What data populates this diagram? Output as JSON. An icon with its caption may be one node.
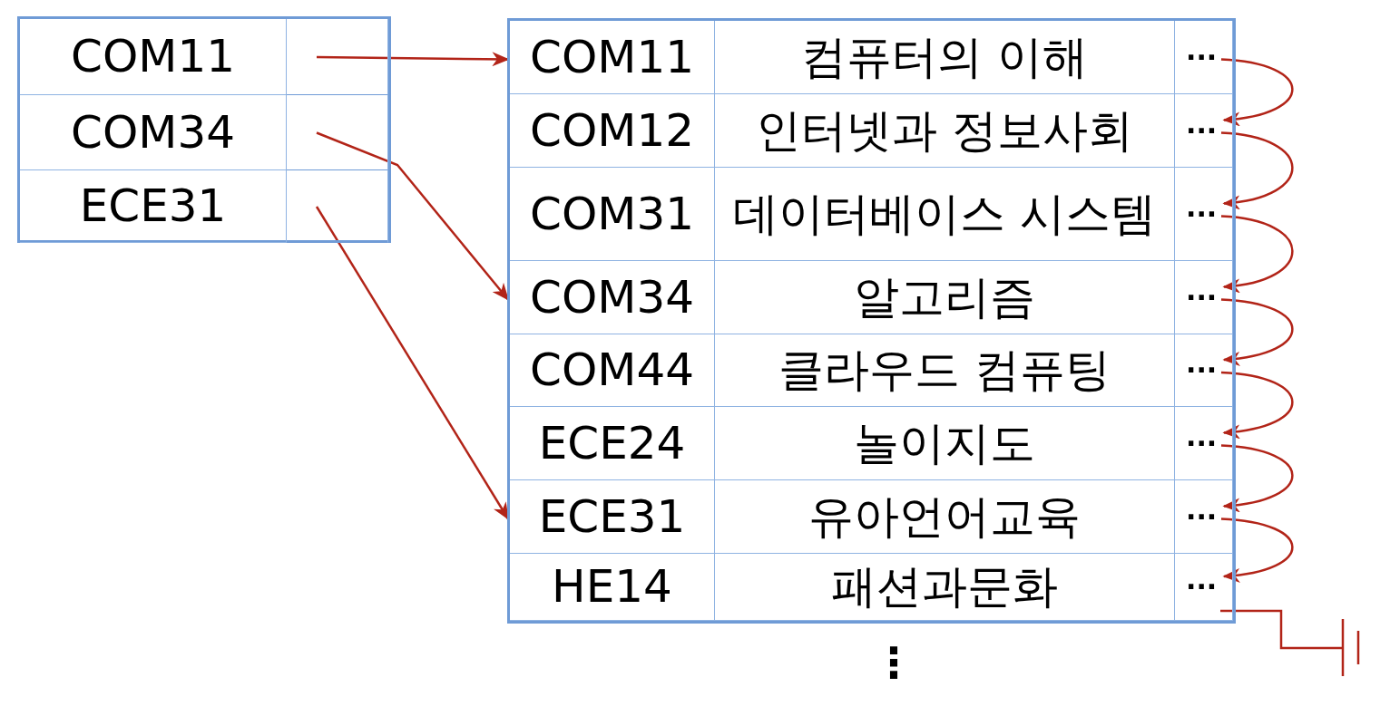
{
  "diagram": {
    "nodes": [
      {
        "text": [],
        "shape": "box"
      },
      {
        "text": [
          "COM11"
        ],
        "in": 0
      },
      {
        "text": [],
        "shape": "box",
        "in": 0
      },
      {
        "text": [
          "COM34"
        ],
        "in": 0
      },
      {
        "text": [],
        "shape": "box",
        "in": 0
      },
      {
        "text": [
          "ECE31"
        ],
        "in": 0
      },
      {
        "text": [],
        "shape": "box",
        "in": 0
      },
      {
        "text": [],
        "shape": "box"
      },
      {
        "text": [
          "COM11"
        ],
        "in": 7
      },
      {
        "text": [
          "컴퓨터의 이해"
        ],
        "in": 7
      },
      {
        "text": [
          "···"
        ],
        "in": 7
      },
      {
        "text": [
          "COM12"
        ],
        "in": 7
      },
      {
        "text": [
          "인터넷과 정보사회"
        ],
        "in": 7
      },
      {
        "text": [
          "···"
        ],
        "in": 7
      },
      {
        "text": [
          "COM31"
        ],
        "in": 7
      },
      {
        "text": [
          "데이터베이스 시스템"
        ],
        "in": 7
      },
      {
        "text": [
          "···"
        ],
        "in": 7
      },
      {
        "text": [
          "COM34"
        ],
        "in": 7
      },
      {
        "text": [
          "알고리즘"
        ],
        "in": 7
      },
      {
        "text": [
          "···"
        ],
        "in": 7
      },
      {
        "text": [
          "COM44"
        ],
        "in": 7
      },
      {
        "text": [
          "클라우드 컴퓨팅"
        ],
        "in": 7
      },
      {
        "text": [
          "···"
        ],
        "in": 7
      },
      {
        "text": [
          "ECE24"
        ],
        "in": 7
      },
      {
        "text": [
          "놀이지도"
        ],
        "in": 7
      },
      {
        "text": [
          "···"
        ],
        "in": 7
      },
      {
        "text": [
          "ECE31"
        ],
        "in": 7
      },
      {
        "text": [
          "유아언어교육"
        ],
        "in": 7
      },
      {
        "text": [
          "···"
        ],
        "in": 7
      },
      {
        "text": [
          "HE14"
        ],
        "in": 7
      },
      {
        "text": [
          "패션과문화"
        ],
        "in": 7
      },
      {
        "text": [
          "···"
        ],
        "in": 7
      },
      {
        "text": [],
        "shape": "bar"
      }
    ],
    "edges": [
      {
        "from": 2,
        "to": 8,
        "arrow": "to"
      },
      {
        "from": 4,
        "to": 17,
        "arrow": "to"
      },
      {
        "from": 6,
        "to": 26,
        "arrow": "to"
      },
      {
        "from": 10,
        "to": 13,
        "arrow": "to"
      },
      {
        "from": 13,
        "to": 16,
        "arrow": "to"
      },
      {
        "from": 16,
        "to": 19,
        "arrow": "to"
      },
      {
        "from": 19,
        "to": 22,
        "arrow": "to"
      },
      {
        "from": 22,
        "to": 25,
        "arrow": "to"
      },
      {
        "from": 25,
        "to": 28,
        "arrow": "to"
      },
      {
        "from": 28,
        "to": 31,
        "arrow": "to"
      },
      {
        "from": 31,
        "to": 32,
        "arrow": "none"
      }
    ],
    "labels": [
      "⋮"
    ]
  }
}
